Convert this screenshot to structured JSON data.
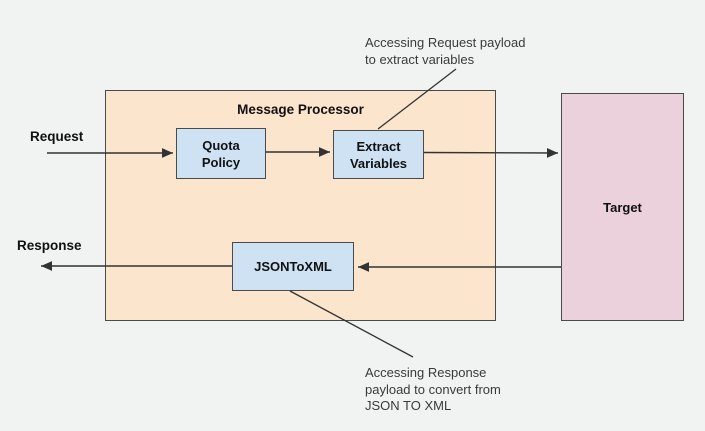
{
  "diagram": {
    "title": "Message Processor",
    "colors": {
      "background": "#F1F2F2",
      "processor_fill": "#FCE5CD",
      "step_fill": "#CFE2F3",
      "target_fill": "#EAD1DC",
      "border": "#4A4A4A",
      "arrow": "#333333"
    },
    "flow_labels": {
      "request": "Request",
      "response": "Response"
    },
    "nodes": {
      "quota_policy": {
        "lines": [
          "Quota",
          "Policy"
        ]
      },
      "extract_variables": {
        "lines": [
          "Extract",
          "Variables"
        ]
      },
      "jsontoxml": {
        "label": "JSONToXML"
      },
      "target": {
        "label": "Target"
      }
    },
    "annotations": {
      "request_note": {
        "lines": [
          "Accessing Request payload",
          "to extract variables"
        ]
      },
      "response_note": {
        "lines": [
          "Accessing Response",
          "payload to convert from",
          "JSON TO XML"
        ]
      }
    }
  }
}
